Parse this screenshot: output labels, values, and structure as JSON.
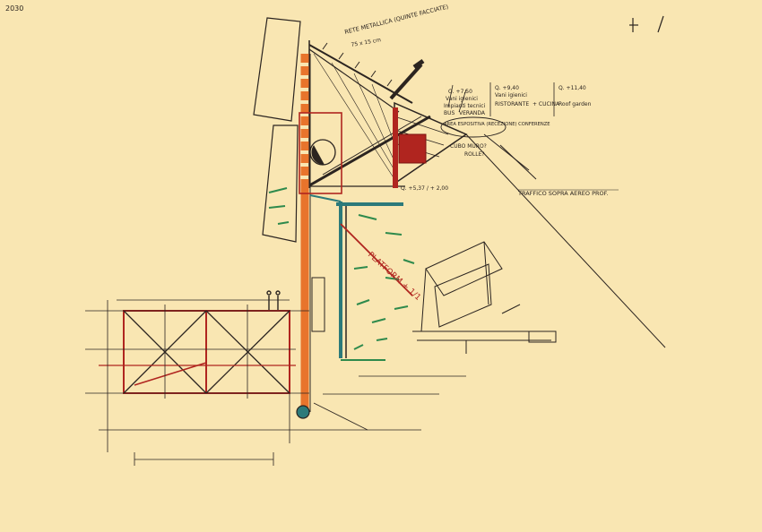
{
  "sheet": {
    "corner_mark": "2030"
  },
  "annotations": {
    "top_note": "RETE METALLICA (QUINTE FACCIATE)",
    "top_dim": "75 x 15 cm",
    "note_col1": [
      "Q. +7,50",
      "Vani igienici",
      "Impianti tecnici",
      "BUS",
      "VERANDA"
    ],
    "note_col2": [
      "Q. +9,40",
      "Vani igienici",
      "RISTORANTE",
      "+ CUCINA"
    ],
    "note_col3": [
      "Q. +11,40",
      "Roof garden"
    ],
    "circled_note": "AREA ESPOSITIVA (RECEZIONE) CONFERENZE",
    "question_note": "CUBO MURO?",
    "question_note_2": "ROLLE?",
    "mid_dim": "Q. +5,37 / + 2,00",
    "right_label": "TRAFFICO SOPRA AEREO PROF.",
    "red_label": "PLATFORM + 1/1"
  },
  "colors": {
    "paper": "#f9e6b2",
    "ink": "#2b2420",
    "red": "#b0251f",
    "orange": "#e8742c",
    "teal": "#2c7a7a",
    "green": "#2e8a4c"
  }
}
